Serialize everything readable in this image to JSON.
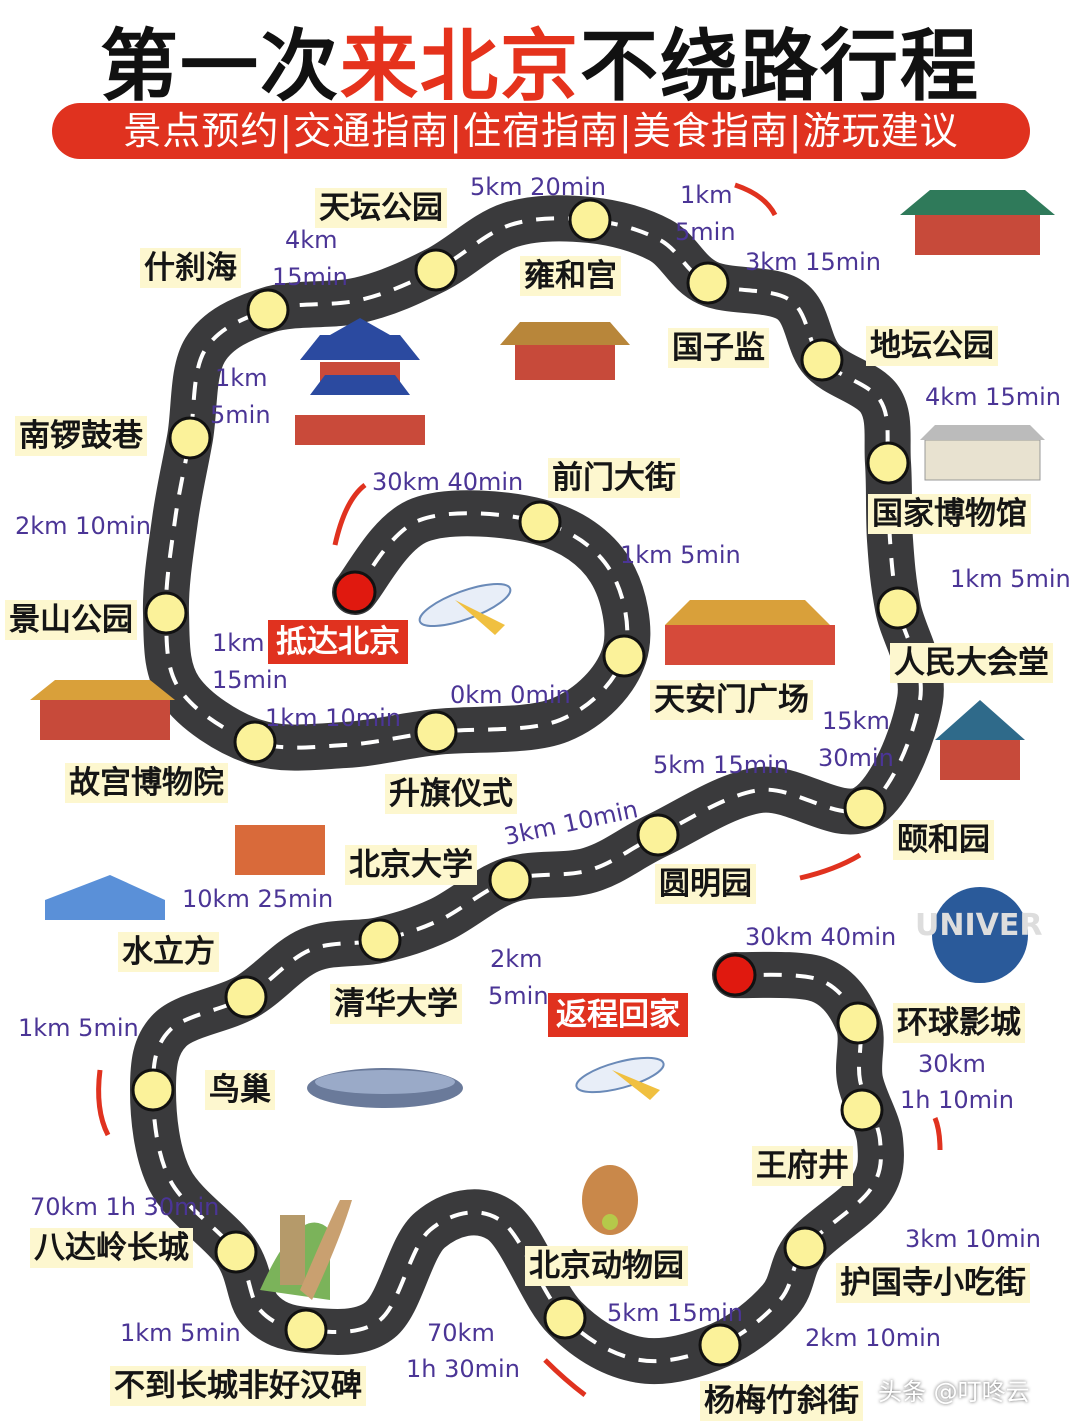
{
  "title": {
    "part1": "第一次",
    "highlight": "来北京",
    "part2": "不绕路行程"
  },
  "banner": "景点预约|交通指南|住宿指南|美食指南|游玩建议",
  "colors": {
    "accent_red": "#e0321f",
    "road": "#3a3a3c",
    "node": "#fbf29a",
    "distance_text": "#4b3596",
    "label_bg": "#fdf7cf"
  },
  "start_label": "抵达北京",
  "end_label": "返程回家",
  "places": [
    "天坛公园",
    "什刹海",
    "雍和宫",
    "国子监",
    "地坛公园",
    "南锣鼓巷",
    "前门大街",
    "国家博物馆",
    "景山公园",
    "人民大会堂",
    "天安门广场",
    "故宫博物院",
    "升旗仪式",
    "颐和园",
    "北京大学",
    "圆明园",
    "水立方",
    "清华大学",
    "环球影城",
    "鸟巢",
    "王府井",
    "八达岭长城",
    "北京动物园",
    "护国寺小吃街",
    "不到长城非好汉碑",
    "杨梅竹斜街"
  ],
  "distances": [
    "5km 20min",
    "1km",
    "5min",
    "4km",
    "15min",
    "3km 15min",
    "1km",
    "5min",
    "4km 15min",
    "30km 40min",
    "2km 10min",
    "1km 5min",
    "1km 5min",
    "1km",
    "15min",
    "0km 0min",
    "1km 10min",
    "15km",
    "30min",
    "5km 15min",
    "3km 10min",
    "10km 25min",
    "30km 40min",
    "2km",
    "5min",
    "1km 5min",
    "30km",
    "1h 10min",
    "70km 1h 30min",
    "3km 10min",
    "1km 5min",
    "70km",
    "1h 30min",
    "5km 15min",
    "2km 10min"
  ],
  "icons": [
    "temple-of-heaven-icon",
    "airplane-icon",
    "palace-icon",
    "great-wall-icon",
    "capybara-icon",
    "universal-globe-icon",
    "birds-nest-icon",
    "water-cube-icon",
    "red-arrow-icon"
  ],
  "watermark": "头条 @叮咚云"
}
